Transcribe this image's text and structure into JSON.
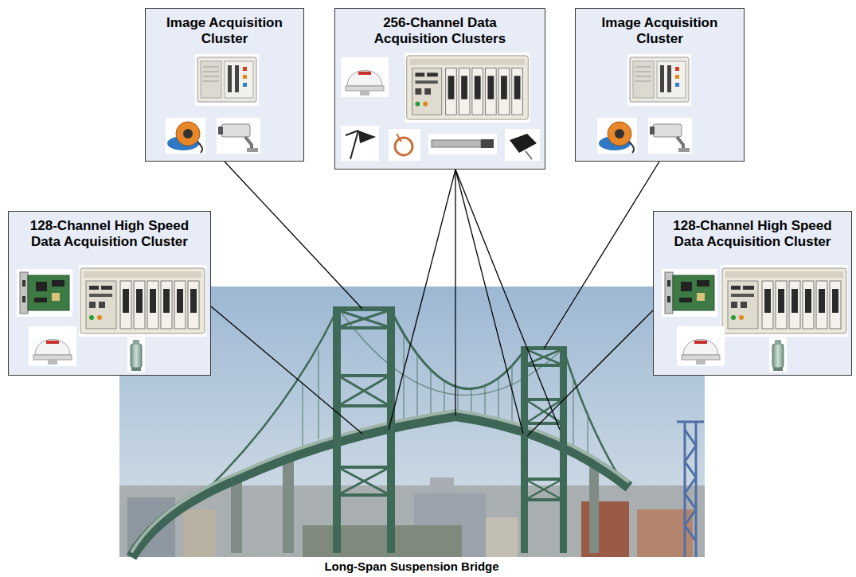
{
  "diagram": {
    "caption": "Long-Span Suspension Bridge",
    "nodes": [
      {
        "text": [
          "Image Acquisition Cluster"
        ]
      },
      {
        "text": [
          "256-Channel Data Acquisition Clusters"
        ]
      },
      {
        "text": [
          "Image Acquisition Cluster"
        ]
      },
      {
        "text": [
          "128-Channel High Speed Data Acquisition Cluster"
        ]
      },
      {
        "text": [
          "128-Channel High Speed Data Acquisition Cluster"
        ]
      }
    ]
  }
}
